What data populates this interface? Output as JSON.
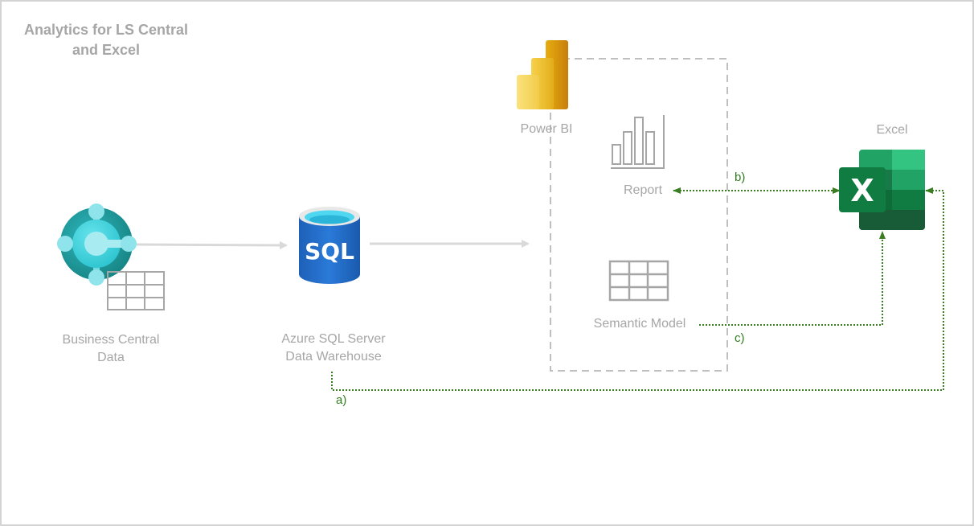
{
  "title": "Analytics for LS Central and Excel",
  "title_lines": [
    "Analytics for LS Central",
    "and Excel"
  ],
  "nodes": {
    "business_central": {
      "label_lines": [
        "Business Central",
        "Data"
      ],
      "icon": "business-central-icon"
    },
    "sql": {
      "label_lines": [
        "Azure SQL Server",
        "Data Warehouse"
      ],
      "icon": "sql-database-icon",
      "icon_text": "SQL"
    },
    "power_bi": {
      "label": "Power BI",
      "icon": "power-bi-icon"
    },
    "report": {
      "label": "Report",
      "icon": "bar-chart-icon"
    },
    "semantic_model": {
      "label": "Semantic Model",
      "icon": "table-grid-icon"
    },
    "excel": {
      "label": "Excel",
      "icon": "excel-icon",
      "icon_text": "X"
    }
  },
  "connections": [
    {
      "id": "a",
      "label": "a)",
      "from": "Azure SQL Server Data Warehouse",
      "to": "Excel",
      "style": "dotted-green"
    },
    {
      "id": "b",
      "label": "b)",
      "from": "Report",
      "to": "Excel",
      "style": "dotted-green-bidirectional"
    },
    {
      "id": "c",
      "label": "c)",
      "from": "Semantic Model",
      "to": "Excel",
      "style": "dotted-green"
    },
    {
      "id": "bc-sql",
      "from": "Business Central Data",
      "to": "Azure SQL Server Data Warehouse",
      "style": "solid-gray"
    },
    {
      "id": "sql-pbi",
      "from": "Azure SQL Server Data Warehouse",
      "to": "Power BI",
      "style": "solid-gray"
    }
  ],
  "colors": {
    "label_gray": "#a6a6a6",
    "connector_green": "#3a7d22",
    "arrow_gray": "#d9d9d9",
    "group_border": "#bfbfbf"
  }
}
